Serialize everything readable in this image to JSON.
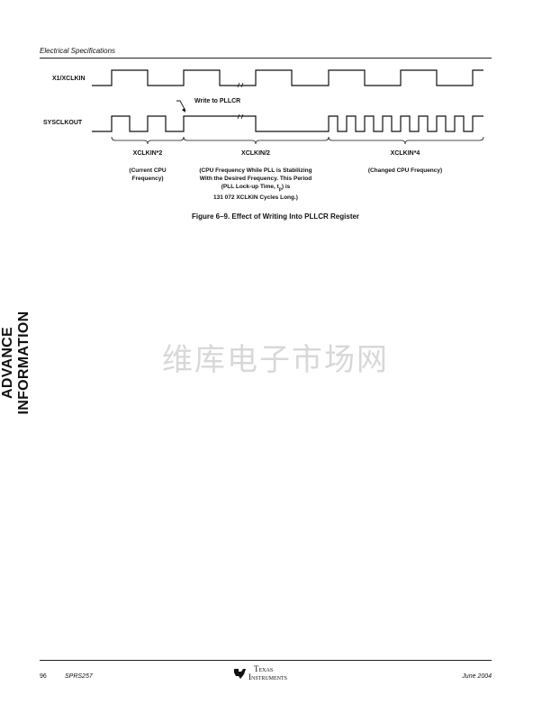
{
  "header": {
    "section": "Electrical Specifications"
  },
  "diagram": {
    "signals": [
      "X1/XCLKIN",
      "SYSCLKOUT"
    ],
    "annotation": "Write to PLLCR",
    "periods": [
      {
        "label": "XCLKIN*2",
        "desc": [
          "(Current CPU",
          "Frequency)"
        ]
      },
      {
        "label": "XCLKIN/2",
        "desc": [
          "(CPU Frequency While PLL is Stabilizing",
          "With the Desired Frequency. This Period",
          "(PLL Lock-up Time, t",
          "p",
          ") is",
          "131 072 XCLKIN Cycles Long.)"
        ]
      },
      {
        "label": "XCLKIN*4",
        "desc": [
          "(Changed CPU Frequency)"
        ]
      }
    ],
    "caption": "Figure 6–9.  Effect of Writing Into PLLCR Register"
  },
  "side_label": "ADVANCE INFORMATION",
  "watermark": "维库电子市场网",
  "footer": {
    "page": "96",
    "doc": "SPRS257",
    "logo_line1": "Texas",
    "logo_line2": "Instruments",
    "date": "June 2004"
  }
}
